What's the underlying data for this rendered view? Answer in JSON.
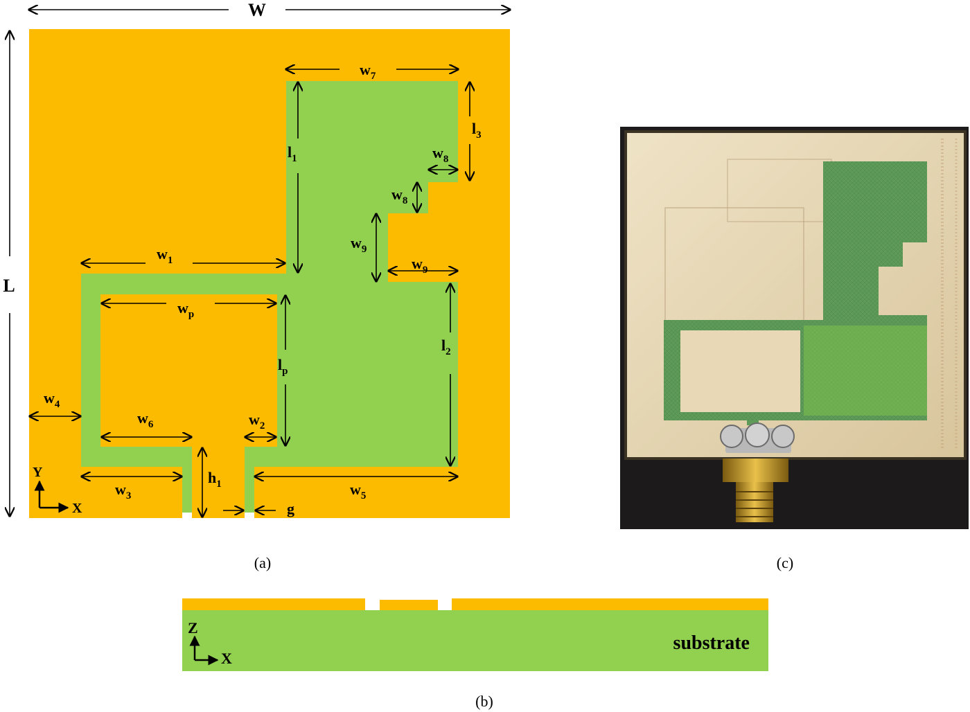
{
  "colors": {
    "copper": "#FDBB00",
    "substrate": "#92D050",
    "line": "#000000"
  },
  "layout_a": {
    "caption": "(a)",
    "W": "W",
    "L": "L",
    "l1": "l",
    "l1_sub": "1",
    "l2": "l",
    "l2_sub": "2",
    "l3": "l",
    "l3_sub": "3",
    "lp": "l",
    "lp_sub": "p",
    "w1": "w",
    "w1_sub": "1",
    "w2": "w",
    "w2_sub": "2",
    "w3": "w",
    "w3_sub": "3",
    "w4": "w",
    "w4_sub": "4",
    "w5": "w",
    "w5_sub": "5",
    "w6": "w",
    "w6_sub": "6",
    "w7": "w",
    "w7_sub": "7",
    "w8a": "w",
    "w8a_sub": "8",
    "w8b": "w",
    "w8b_sub": "8",
    "w9a": "w",
    "w9a_sub": "9",
    "w9b": "w",
    "w9b_sub": "9",
    "wp": "w",
    "wp_sub": "p",
    "h1": "h",
    "h1_sub": "1",
    "g": "g",
    "axis_y": "Y",
    "axis_x": "X"
  },
  "layout_b": {
    "caption": "(b)",
    "substrate_label": "substrate",
    "axis_z": "Z",
    "axis_x": "X"
  },
  "layout_c": {
    "caption": "(c)"
  }
}
